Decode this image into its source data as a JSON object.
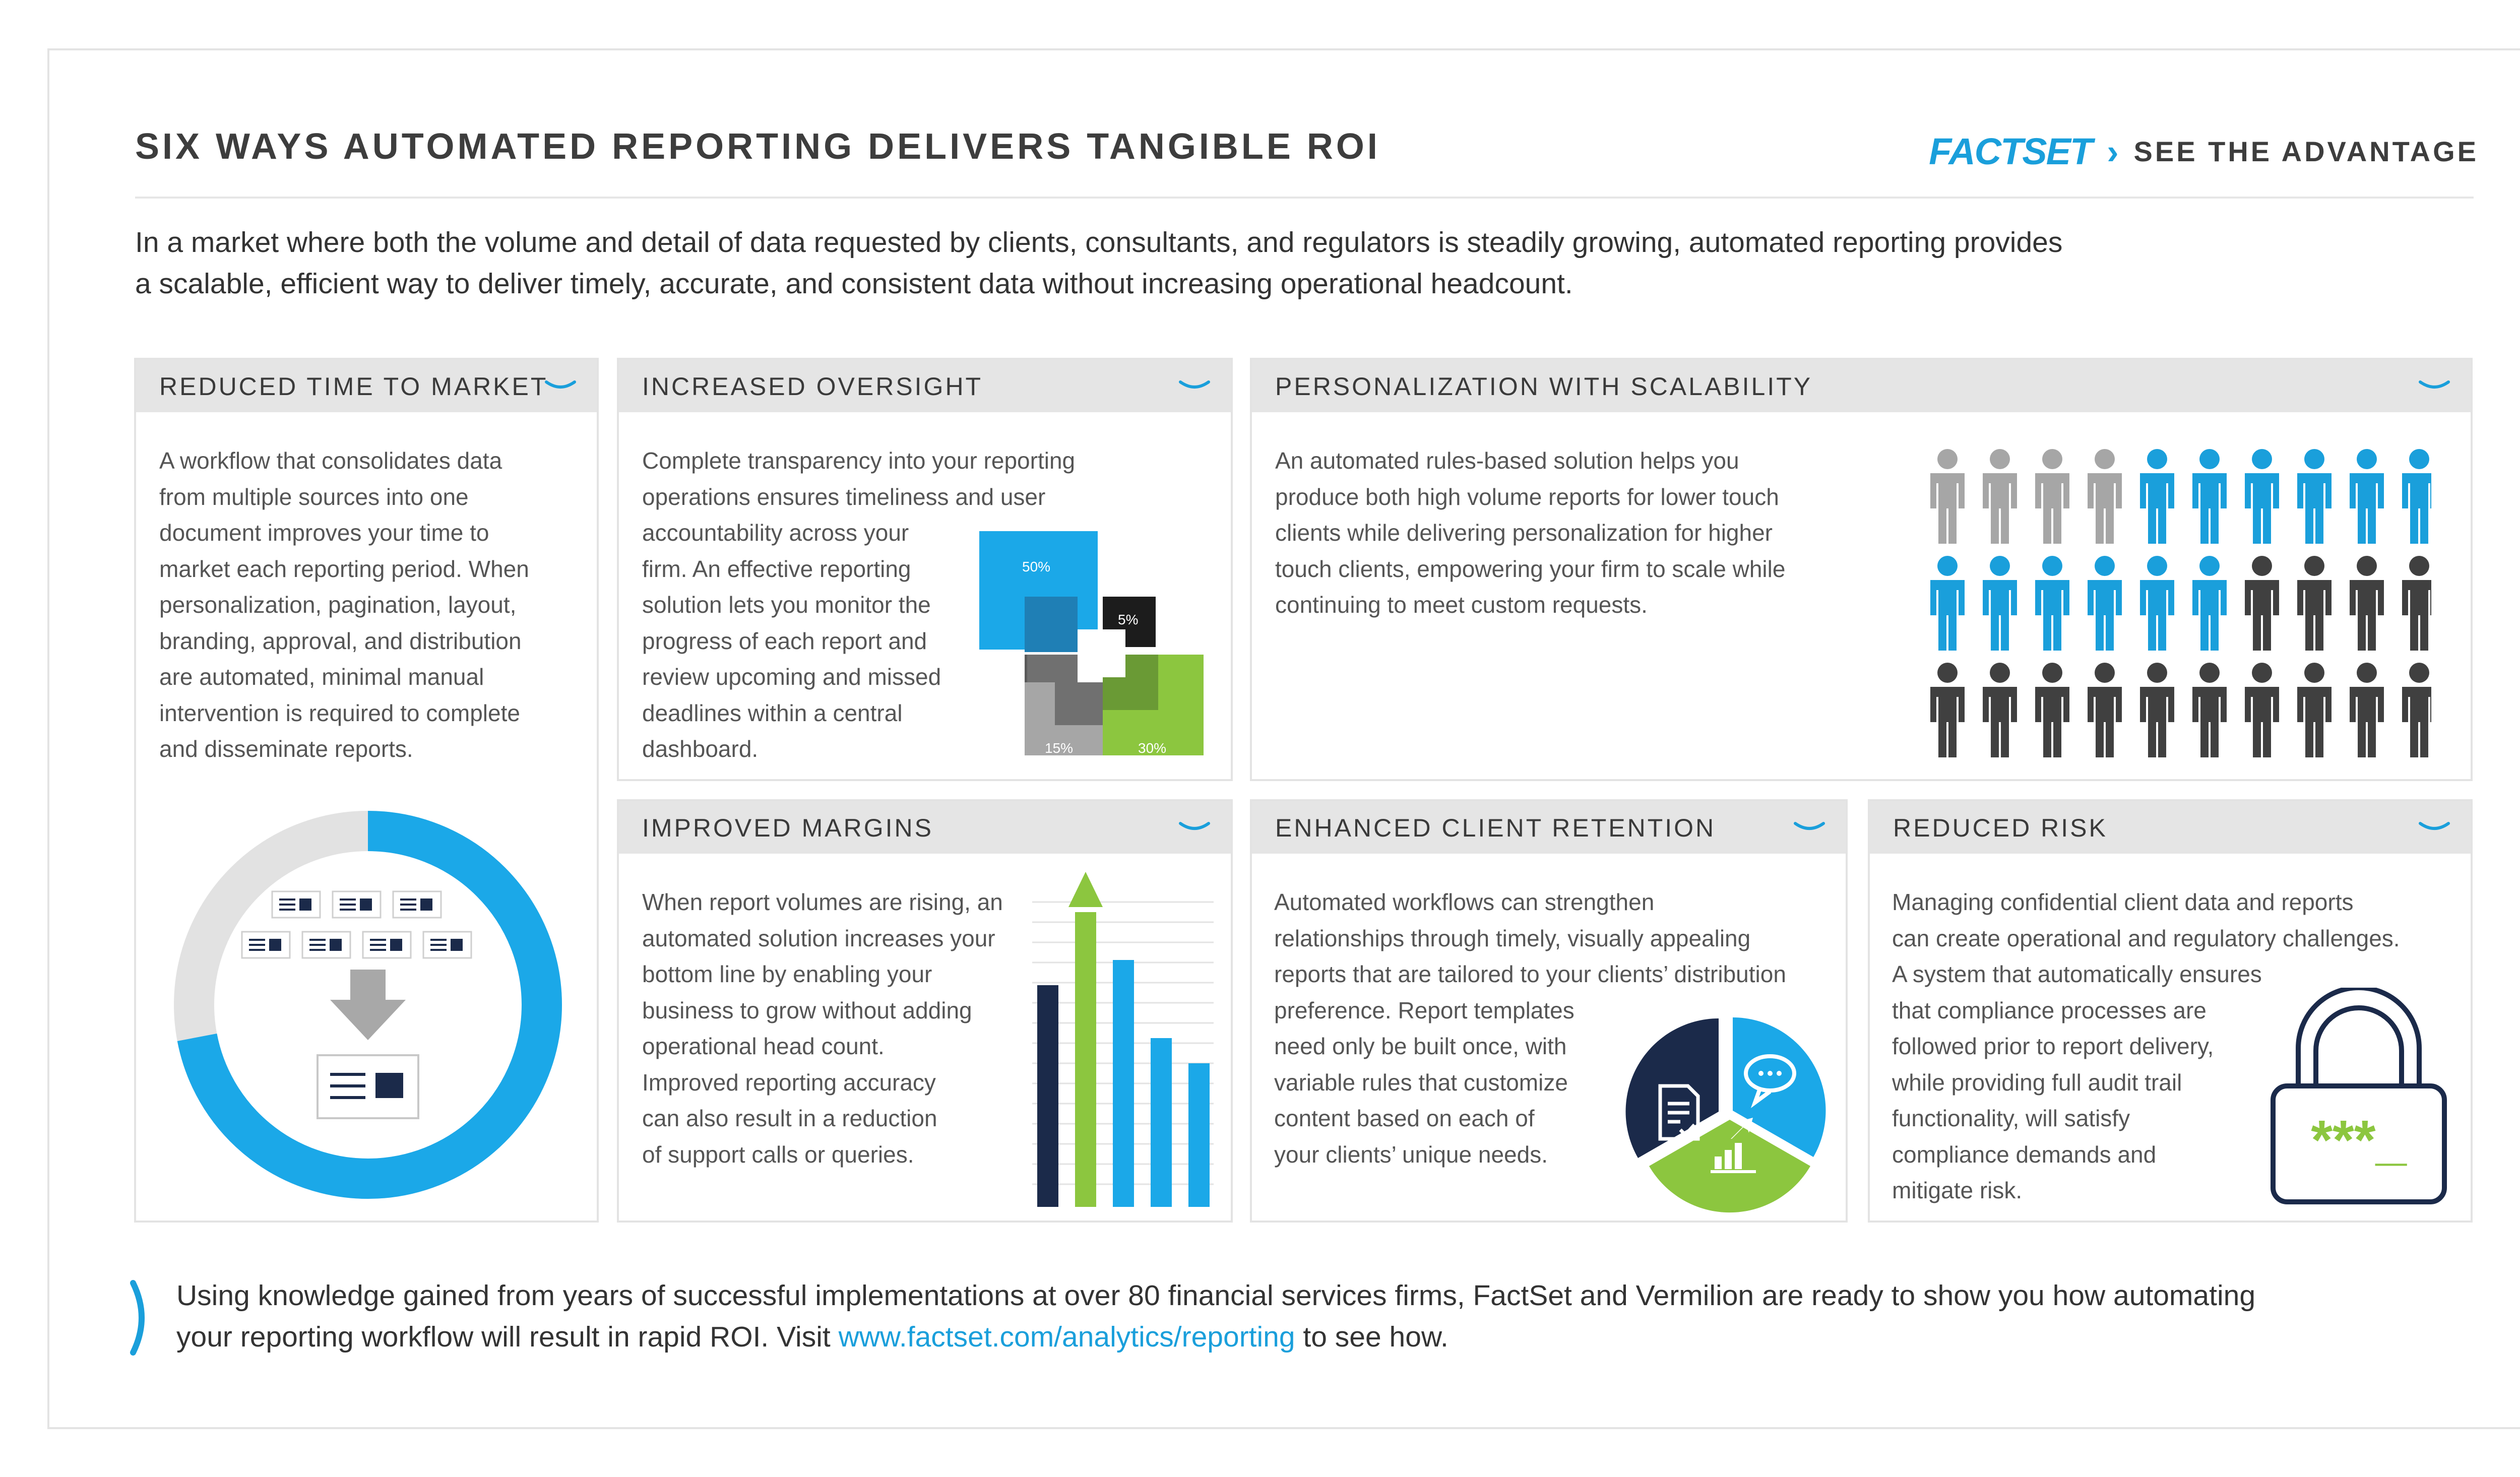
{
  "header": {
    "title": "SIX WAYS AUTOMATED REPORTING DELIVERS TANGIBLE ROI",
    "brand": "FACTSET",
    "brand_chevron": "›",
    "tagline": "SEE THE ADVANTAGE"
  },
  "intro_lines": [
    "In a market where both the volume and detail of data requested by clients, consultants, and regulators is steadily growing, automated reporting provides",
    "a scalable, efficient way to deliver timely, accurate, and consistent data without increasing operational headcount."
  ],
  "colors": {
    "accent": "#1a9fdb",
    "green": "#8cc63f",
    "navy": "#1b2a4a",
    "gray": "#a6a6a6",
    "dark": "#404040"
  },
  "panels": {
    "time_to_market": {
      "title": "REDUCED TIME TO MARKET",
      "lines": [
        "A workflow that consolidates data",
        "from multiple sources into one",
        "document improves your time to",
        "market each reporting period. When",
        "personalization, pagination, layout,",
        "branding, approval, and distribution",
        "are automated, minimal manual",
        "intervention is required to complete",
        "and disseminate reports."
      ],
      "donut_fraction": 0.72
    },
    "oversight": {
      "title": "INCREASED OVERSIGHT",
      "lines": [
        "Complete transparency into your reporting",
        "operations ensures timeliness and user",
        "accountability across your",
        "firm. An effective reporting",
        "solution lets you monitor the",
        "progress of each report and",
        "review upcoming and missed",
        "deadlines within a central",
        "dashboard."
      ],
      "labels": {
        "a": "50%",
        "b": "5%",
        "c": "15%",
        "d": "30%"
      }
    },
    "personalization": {
      "title": "PERSONALIZATION WITH SCALABILITY",
      "lines": [
        "An automated rules-based solution helps you",
        "produce both high volume reports for lower touch",
        "clients while delivering personalization for higher",
        "touch clients, empowering your firm to scale while",
        "continuing to meet custom requests."
      ],
      "people_icon": "person-icon"
    },
    "margins": {
      "title": "IMPROVED MARGINS",
      "lines": [
        "When report volumes are rising, an",
        "automated solution increases your",
        "bottom line by enabling your",
        "business to grow without adding",
        "operational head count.",
        "Improved reporting accuracy",
        "can also result in a reduction",
        "of support calls or queries."
      ]
    },
    "retention": {
      "title": "ENHANCED CLIENT RETENTION",
      "lines": [
        "Automated workflows can strengthen",
        "relationships through timely, visually appealing",
        "reports that are tailored to your clients’ distribution",
        "preference. Report templates",
        "need only be built once, with",
        "variable rules that customize",
        "content based on each of",
        "your clients’ unique needs."
      ]
    },
    "risk": {
      "title": "REDUCED RISK",
      "lines": [
        "Managing confidential client data and reports",
        "can create operational and regulatory challenges.",
        "A system that automatically ensures",
        "that compliance processes are",
        "followed prior to report delivery,",
        "while providing full audit trail",
        "functionality, will satisfy",
        "compliance demands and",
        "mitigate risk."
      ],
      "lock_text": "***_"
    }
  },
  "footer": {
    "line1": "Using knowledge gained from years of successful implementations at over 80 financial services firms, FactSet and Vermilion are ready to show you how automating",
    "line2_before": "your reporting workflow will result in rapid ROI. Visit ",
    "link": "www.factset.com/analytics/reporting",
    "line2_after": " to see how."
  }
}
